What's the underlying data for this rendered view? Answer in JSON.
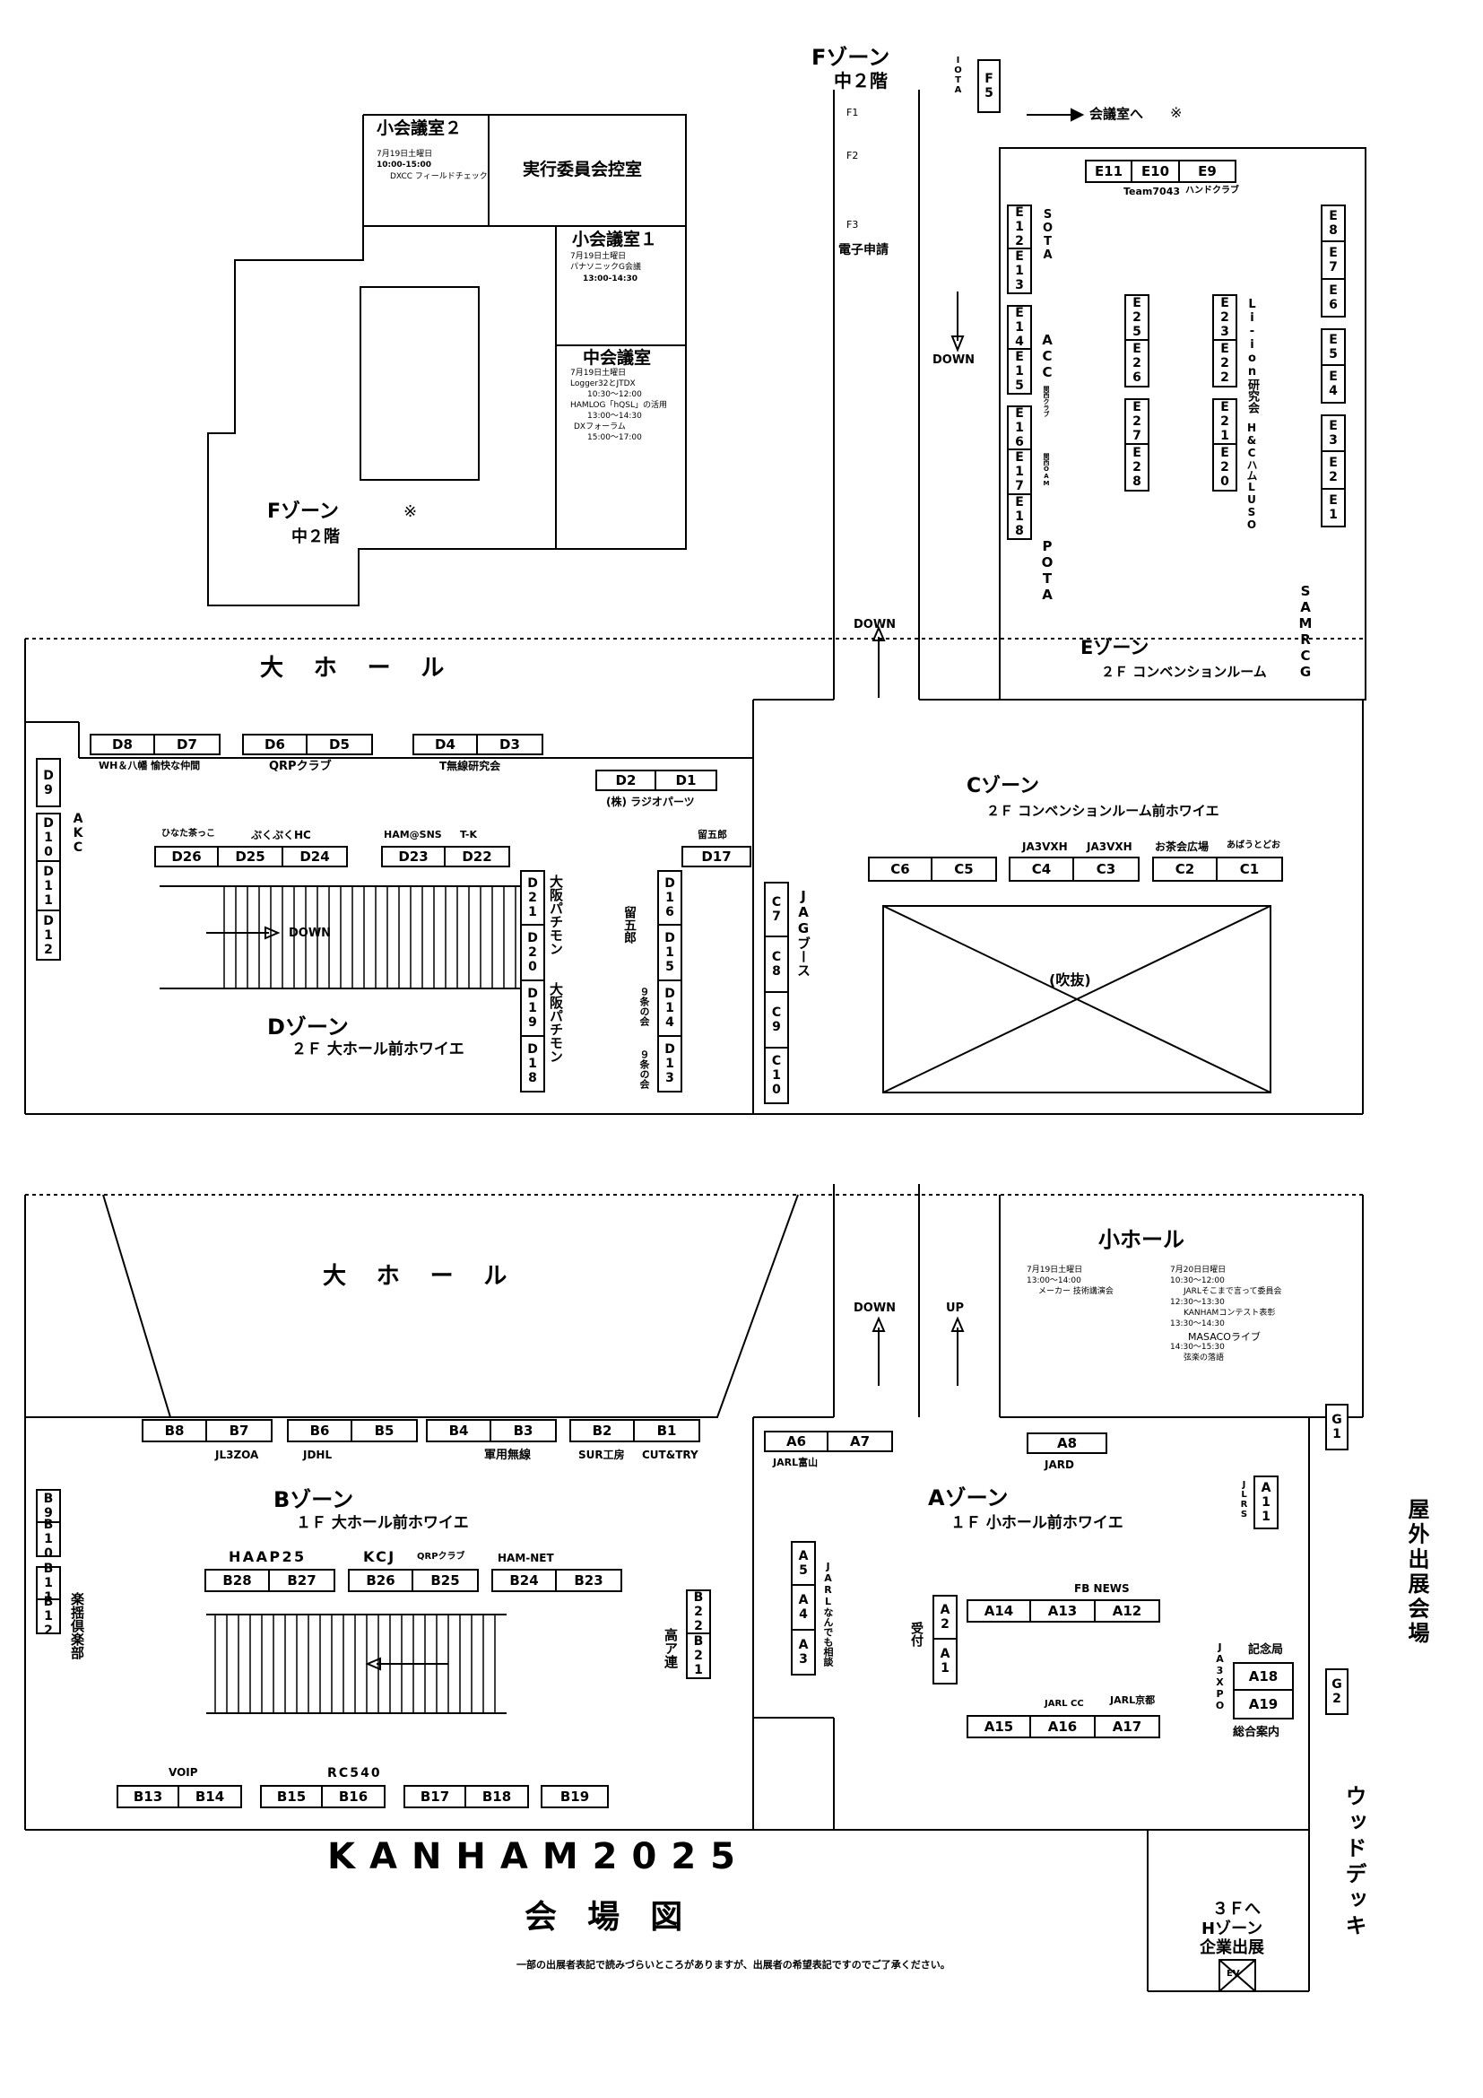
{
  "top_floor": {
    "f_zone_title": "Fゾーン",
    "f_zone_floor": "中２階",
    "mark": "※",
    "iota": "IOTA",
    "f_booths": [
      "F1",
      "F2",
      "F3"
    ],
    "f5": "F5",
    "denshi": "電子申請",
    "to_meeting": "会議室へ",
    "down1": "DOWN",
    "down2": "DOWN",
    "rooms": {
      "small2": {
        "title": "小会議室２",
        "date": "7月19日土曜日",
        "time": "10:00-15:00",
        "desc": "DXCC フィールドチェック"
      },
      "exec": {
        "title": "実行委員会控室"
      },
      "small1": {
        "title": "小会議室１",
        "date": "7月19日土曜日",
        "desc": "パナソニックG会議",
        "time": "13:00-14:30"
      },
      "mid": {
        "title": "中会議室",
        "date": "7月19日土曜日",
        "lines": [
          "Logger32とJTDX",
          "10:30～12:00",
          "HAMLOG「hQSL」の活用",
          "13:00～14:30",
          "DXフォーラム",
          "15:00～17:00"
        ]
      }
    },
    "f_zone_lower_title": "Fゾーン",
    "f_zone_lower_floor": "中２階",
    "daihall": "大ホール"
  },
  "e_zone": {
    "title": "Eゾーン",
    "subtitle": "２Ｆ コンベンションルーム",
    "top_row": [
      "E11",
      "E10",
      "E9"
    ],
    "top_row_labels": [
      "Team7043",
      "ハンドクラブ"
    ],
    "col_left": [
      "E12",
      "E13",
      "E14",
      "E15",
      "E16",
      "E17",
      "E18"
    ],
    "col_left_labels": [
      "SOTA",
      "ACC",
      "POTA"
    ],
    "col_left_small": [
      "関西クラブ",
      "関西OAM"
    ],
    "col_mid1": [
      "E25",
      "E26",
      "E27",
      "E28"
    ],
    "col_mid2": [
      "E23",
      "E22",
      "E21",
      "E20"
    ],
    "col_mid2_labels": [
      "Li-ion研究会",
      "H&CハムLUSO"
    ],
    "col_right": [
      "E8",
      "E7",
      "E6",
      "E5",
      "E4",
      "E3",
      "E2",
      "E1"
    ],
    "col_right_labels": [
      "SAMRCG"
    ]
  },
  "d_zone": {
    "title": "Dゾーン",
    "subtitle": "２Ｆ 大ホール前ホワイエ",
    "row1": [
      [
        "D8",
        "D7"
      ],
      [
        "D6",
        "D5"
      ],
      [
        "D4",
        "D3"
      ]
    ],
    "row1_labels": [
      "WH＆八幡 愉快な仲間",
      "QRPクラブ",
      "T無線研究会"
    ],
    "d2d1": [
      "D2",
      "D1"
    ],
    "d2d1_label": "(株) ラジオパーツ",
    "left_col": [
      "D9",
      "D10",
      "D11",
      "D12"
    ],
    "left_label": "AKC",
    "row2a": [
      "D26",
      "D25",
      "D24"
    ],
    "row2b": [
      "D23",
      "D22"
    ],
    "row2_labels": [
      "ひなた茶っこ",
      "ぷくぷくHC",
      "HAM@SNS",
      "T-K"
    ],
    "d17": "D17",
    "d17_label": "留五郎",
    "col_mid": [
      "D21",
      "D20",
      "D19",
      "D18"
    ],
    "col_mid_labels": [
      "大阪パチモン",
      "大阪パチモン"
    ],
    "col_right": [
      "D16",
      "D15",
      "D14",
      "D13"
    ],
    "col_right_labels": [
      "留五郎",
      "９条の会",
      "９条の会"
    ],
    "down": "DOWN"
  },
  "c_zone": {
    "title": "Cゾーン",
    "subtitle": "２Ｆ コンベンションルーム前ホワイエ",
    "booths": [
      "C6",
      "C5",
      "C4",
      "C3",
      "C2",
      "C1"
    ],
    "labels": [
      "JA3VXH",
      "JA3VXH",
      "お茶会広場",
      "あばうとどお"
    ],
    "col": [
      "C7",
      "C8",
      "C9",
      "C10"
    ],
    "col_label": "JAGブース",
    "void": "(吹抜)"
  },
  "lower": {
    "daihall": "大ホール",
    "small_hall": {
      "title": "小ホール",
      "left": [
        "7月19日土曜日",
        "13:00～14:00",
        "メーカー 技術講演会"
      ],
      "right": [
        "7月20日日曜日",
        "10:30～12:00",
        "JARLそこまで言って委員会",
        "12:30～13:30",
        "KANHAMコンテスト表彰",
        "13:30～14:30",
        "MASACOライブ",
        "14:30～15:30",
        "弦楽の落語"
      ]
    },
    "down": "DOWN",
    "up": "UP"
  },
  "b_zone": {
    "title": "Bゾーン",
    "subtitle": "１Ｆ 大ホール前ホワイエ",
    "row1": [
      [
        "B8",
        "B7"
      ],
      [
        "B6",
        "B5"
      ],
      [
        "B4",
        "B3"
      ],
      [
        "B2",
        "B1"
      ]
    ],
    "row1_labels": [
      "JL3ZOA",
      "JDHL",
      "軍用無線",
      "SUR工房",
      "CUT&TRY"
    ],
    "left_col": [
      "B9",
      "B10",
      "B11",
      "B12"
    ],
    "left_label": "楽揺倶楽部",
    "row2_labels": [
      "HAAP25",
      "KCJ",
      "QRPクラブ",
      "HAM-NET"
    ],
    "row2": [
      [
        "B28",
        "B27"
      ],
      [
        "B26",
        "B25"
      ],
      [
        "B24",
        "B23"
      ]
    ],
    "col_right": [
      "B22",
      "B21"
    ],
    "col_right_label": "高ア連",
    "row3_labels": [
      "VOIP",
      "RC540"
    ],
    "row3": [
      [
        "B13",
        "B14"
      ],
      [
        "B15",
        "B16"
      ],
      [
        "B17",
        "B18"
      ],
      [
        "B19"
      ]
    ]
  },
  "a_zone": {
    "title": "Aゾーン",
    "subtitle": "１Ｆ 小ホール前ホワイエ",
    "a6a7": [
      "A6",
      "A7"
    ],
    "a6a7_label": "JARL富山",
    "a8": "A8",
    "a8_label": "JARD",
    "col_a": [
      "A5",
      "A4",
      "A3"
    ],
    "col_a_label": "JARLなんでも相談",
    "col_b": [
      "A2",
      "A1"
    ],
    "col_b_label": "受付",
    "fb_news": "FB NEWS",
    "row_top": [
      "A14",
      "A13",
      "A12"
    ],
    "row_bot": [
      "A15",
      "A16",
      "A17"
    ],
    "row_bot_labels": [
      "JARL CC",
      "JARL京都"
    ],
    "a11": "A11",
    "a11_label": "JLRS",
    "kinen": "記念局",
    "a18": "A18",
    "a19": "A19",
    "sougou": "総合案内",
    "ja3xpo": "JA3XPO"
  },
  "outside": {
    "g1": "G1",
    "g2": "G2",
    "outdoor": "屋外出展会場",
    "wood": "ウッドデッキ",
    "third_floor": [
      "３Ｆへ",
      "Hゾーン",
      "企業出展"
    ],
    "ev": "EV"
  },
  "footer": {
    "title": "KANHAM2025",
    "subtitle": "会 場 図",
    "note": "一部の出展者表記で読みづらいところがありますが、出展者の希望表記ですのでご了承ください。"
  }
}
